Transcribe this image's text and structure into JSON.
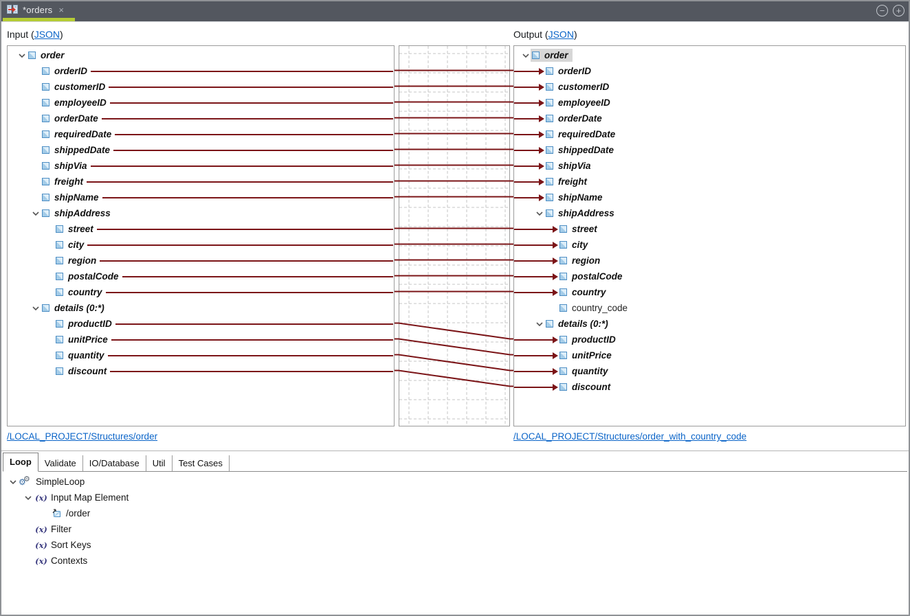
{
  "window": {
    "tab_title": "*orders",
    "close_label": "×",
    "minimize_label": "−",
    "maximize_label": "+",
    "tab_icon": "mapping-icon"
  },
  "colors": {
    "titlebar": "#53575f",
    "accent_lime": "#b5cc34",
    "mapping_line": "#7b1417",
    "link_blue": "#0a64c8",
    "selection_gray": "#d7d7d7",
    "element_icon_blue": "#4d8ec4"
  },
  "headers": {
    "input_prefix": "Input (",
    "output_prefix": "Output (",
    "json_link": "JSON",
    "suffix": ")"
  },
  "sources": {
    "input_link": "/LOCAL_PROJECT/Structures/order",
    "output_link": "/LOCAL_PROJECT/Structures/order_with_country_code"
  },
  "input_tree": [
    {
      "label": "order",
      "level": 0,
      "chevron": true,
      "mapped": false
    },
    {
      "label": "orderID",
      "level": 1,
      "chevron": false,
      "mapped": true
    },
    {
      "label": "customerID",
      "level": 1,
      "chevron": false,
      "mapped": true
    },
    {
      "label": "employeeID",
      "level": 1,
      "chevron": false,
      "mapped": true
    },
    {
      "label": "orderDate",
      "level": 1,
      "chevron": false,
      "mapped": true
    },
    {
      "label": "requiredDate",
      "level": 1,
      "chevron": false,
      "mapped": true
    },
    {
      "label": "shippedDate",
      "level": 1,
      "chevron": false,
      "mapped": true
    },
    {
      "label": "shipVia",
      "level": 1,
      "chevron": false,
      "mapped": true
    },
    {
      "label": "freight",
      "level": 1,
      "chevron": false,
      "mapped": true
    },
    {
      "label": "shipName",
      "level": 1,
      "chevron": false,
      "mapped": true
    },
    {
      "label": "shipAddress",
      "level": 1,
      "chevron": true,
      "mapped": false
    },
    {
      "label": "street",
      "level": 2,
      "chevron": false,
      "mapped": true
    },
    {
      "label": "city",
      "level": 2,
      "chevron": false,
      "mapped": true
    },
    {
      "label": "region",
      "level": 2,
      "chevron": false,
      "mapped": true
    },
    {
      "label": "postalCode",
      "level": 2,
      "chevron": false,
      "mapped": true
    },
    {
      "label": "country",
      "level": 2,
      "chevron": false,
      "mapped": true
    },
    {
      "label": "details (0:*)",
      "level": 1,
      "chevron": true,
      "mapped": false
    },
    {
      "label": "productID",
      "level": 2,
      "chevron": false,
      "mapped": true
    },
    {
      "label": "unitPrice",
      "level": 2,
      "chevron": false,
      "mapped": true
    },
    {
      "label": "quantity",
      "level": 2,
      "chevron": false,
      "mapped": true
    },
    {
      "label": "discount",
      "level": 2,
      "chevron": false,
      "mapped": true
    }
  ],
  "output_tree": [
    {
      "label": "order",
      "level": 0,
      "chevron": true,
      "mapped": false,
      "selected": true
    },
    {
      "label": "orderID",
      "level": 1,
      "chevron": false,
      "mapped": true
    },
    {
      "label": "customerID",
      "level": 1,
      "chevron": false,
      "mapped": true
    },
    {
      "label": "employeeID",
      "level": 1,
      "chevron": false,
      "mapped": true
    },
    {
      "label": "orderDate",
      "level": 1,
      "chevron": false,
      "mapped": true
    },
    {
      "label": "requiredDate",
      "level": 1,
      "chevron": false,
      "mapped": true
    },
    {
      "label": "shippedDate",
      "level": 1,
      "chevron": false,
      "mapped": true
    },
    {
      "label": "shipVia",
      "level": 1,
      "chevron": false,
      "mapped": true
    },
    {
      "label": "freight",
      "level": 1,
      "chevron": false,
      "mapped": true
    },
    {
      "label": "shipName",
      "level": 1,
      "chevron": false,
      "mapped": true
    },
    {
      "label": "shipAddress",
      "level": 1,
      "chevron": true,
      "mapped": false
    },
    {
      "label": "street",
      "level": 2,
      "chevron": false,
      "mapped": true
    },
    {
      "label": "city",
      "level": 2,
      "chevron": false,
      "mapped": true
    },
    {
      "label": "region",
      "level": 2,
      "chevron": false,
      "mapped": true
    },
    {
      "label": "postalCode",
      "level": 2,
      "chevron": false,
      "mapped": true
    },
    {
      "label": "country",
      "level": 2,
      "chevron": false,
      "mapped": true
    },
    {
      "label": "country_code",
      "level": 2,
      "chevron": false,
      "mapped": false,
      "plain": true
    },
    {
      "label": "details (0:*)",
      "level": 1,
      "chevron": true,
      "mapped": false
    },
    {
      "label": "productID",
      "level": 2,
      "chevron": false,
      "mapped": true
    },
    {
      "label": "unitPrice",
      "level": 2,
      "chevron": false,
      "mapped": true
    },
    {
      "label": "quantity",
      "level": 2,
      "chevron": false,
      "mapped": true
    },
    {
      "label": "discount",
      "level": 2,
      "chevron": false,
      "mapped": true
    }
  ],
  "mappings": [
    [
      1,
      1
    ],
    [
      2,
      2
    ],
    [
      3,
      3
    ],
    [
      4,
      4
    ],
    [
      5,
      5
    ],
    [
      6,
      6
    ],
    [
      7,
      7
    ],
    [
      8,
      8
    ],
    [
      9,
      9
    ],
    [
      11,
      11
    ],
    [
      12,
      12
    ],
    [
      13,
      13
    ],
    [
      14,
      14
    ],
    [
      15,
      15
    ],
    [
      17,
      18
    ],
    [
      18,
      19
    ],
    [
      19,
      20
    ],
    [
      20,
      21
    ]
  ],
  "bottom": {
    "tabs": [
      {
        "label": "Loop",
        "active": true
      },
      {
        "label": "Validate",
        "active": false
      },
      {
        "label": "IO/Database",
        "active": false
      },
      {
        "label": "Util",
        "active": false
      },
      {
        "label": "Test Cases",
        "active": false
      }
    ],
    "tree": [
      {
        "label": "SimpleLoop",
        "icon": "gears-icon",
        "level": 0,
        "chevron": true
      },
      {
        "label": "Input Map Element",
        "icon": "function-icon",
        "level": 1,
        "chevron": true
      },
      {
        "label": "/order",
        "icon": "map-element-icon",
        "level": 2,
        "chevron": false
      },
      {
        "label": "Filter",
        "icon": "function-icon",
        "level": 1,
        "chevron": false
      },
      {
        "label": "Sort Keys",
        "icon": "function-icon",
        "level": 1,
        "chevron": false
      },
      {
        "label": "Contexts",
        "icon": "function-icon",
        "level": 1,
        "chevron": false
      }
    ]
  }
}
